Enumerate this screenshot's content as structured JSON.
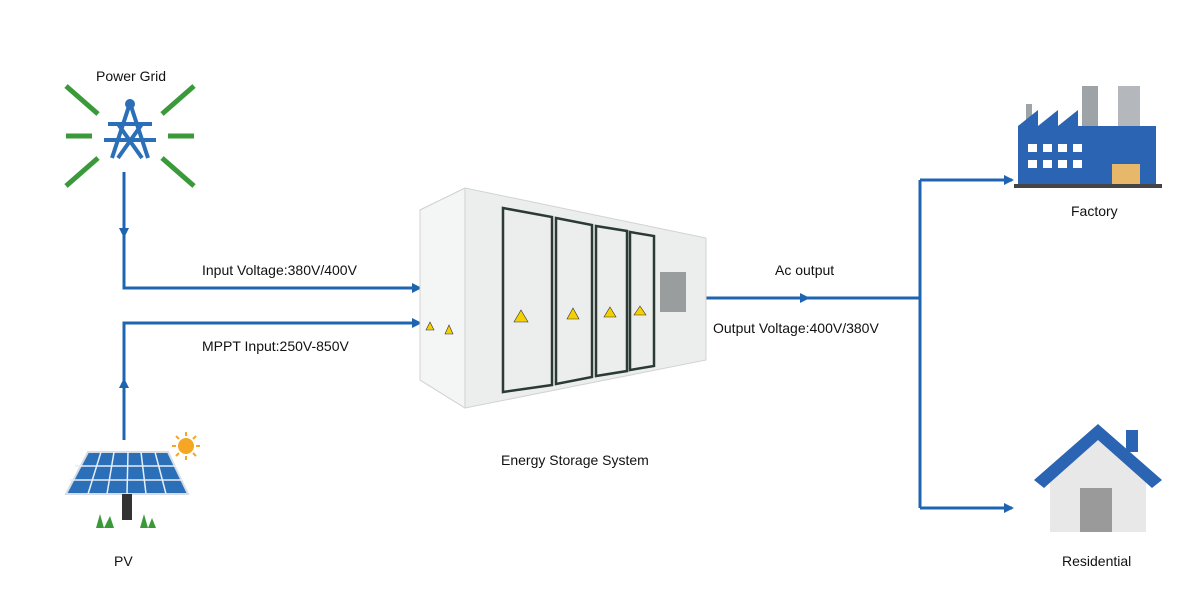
{
  "nodes": {
    "power_grid": "Power Grid",
    "pv": "PV",
    "ess": "Energy Storage System",
    "factory": "Factory",
    "residential": "Residential"
  },
  "edges": {
    "input_voltage": "Input Voltage:380V/400V",
    "mppt_input": "MPPT Input:250V-850V",
    "ac_output": "Ac output",
    "output_voltage": "Output Voltage:400V/380V"
  },
  "colors": {
    "line": "#1e64b0",
    "green": "#3a9a3a",
    "blue_icon": "#2a6fb8"
  }
}
